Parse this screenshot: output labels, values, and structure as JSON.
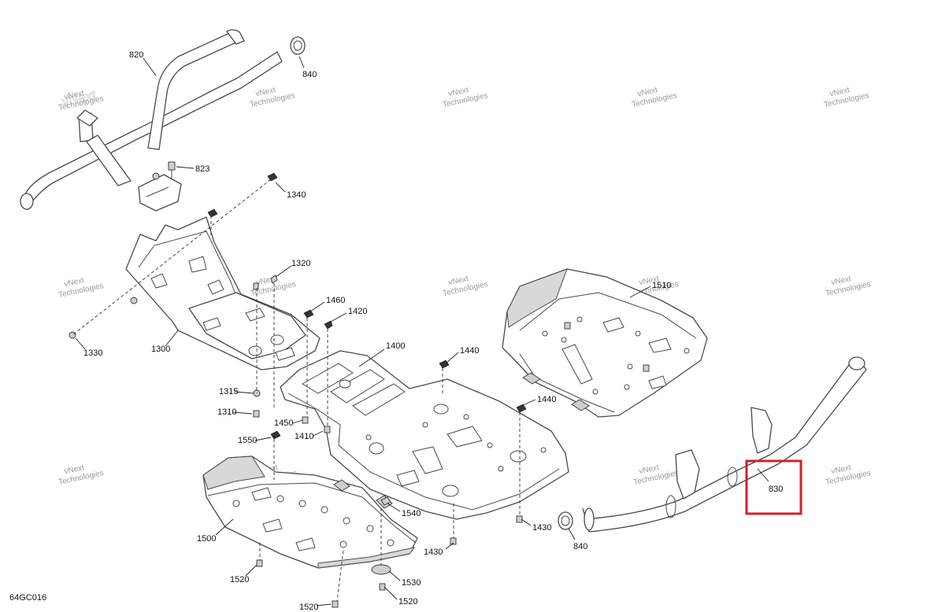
{
  "diagram": {
    "code": "64GC016",
    "watermark": {
      "line1": "vNext",
      "line2": "Technologies"
    },
    "callouts": {
      "c820": "820",
      "c840_top": "840",
      "c823": "823",
      "c1340": "1340",
      "c1320": "1320",
      "c1460": "1460",
      "c1420": "1420",
      "c1330": "1330",
      "c1300": "1300",
      "c1400": "1400",
      "c1440_a": "1440",
      "c1440_b": "1440",
      "c1510": "1510",
      "c1315": "1315",
      "c1310": "1310",
      "c1450": "1450",
      "c1410": "1410",
      "c1550": "1550",
      "c1540": "1540",
      "c1430_a": "1430",
      "c1430_b": "1430",
      "c1500": "1500",
      "c1520_a": "1520",
      "c1520_b": "1520",
      "c1520_c": "1520",
      "c1530": "1530",
      "c830": "830",
      "c840_bottom": "840"
    },
    "highlight_color": "#d0202a"
  }
}
